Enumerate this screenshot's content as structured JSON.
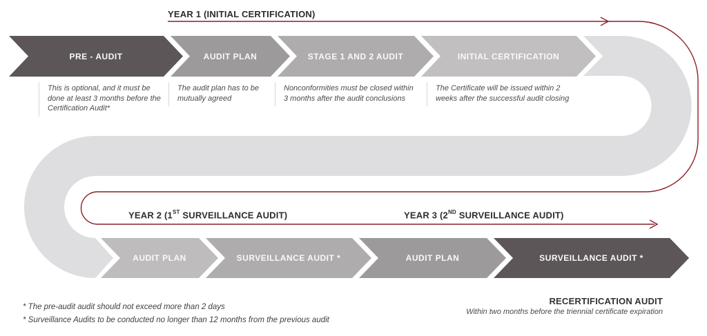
{
  "diagram": {
    "year1": {
      "label": "YEAR 1 (INITIAL CERTIFICATION)"
    },
    "year2": {
      "pre": "YEAR 2 (1",
      "sup": "ST",
      "post": " SURVEILLANCE AUDIT)"
    },
    "year3": {
      "pre": "YEAR 3 (2",
      "sup": "ND",
      "post": " SURVEILLANCE AUDIT)"
    },
    "top_row": {
      "steps": [
        {
          "label": "PRE - AUDIT",
          "color": "#5d5658",
          "description": "This is optional, and it must be\ndone at least 3 months before the\nCertification Audit*"
        },
        {
          "label": "AUDIT PLAN",
          "color": "#9c9a9b",
          "description": "The audit plan has to be\nmutually agreed"
        },
        {
          "label": "STAGE 1 AND 2 AUDIT",
          "color": "#aeacad",
          "description": "Nonconformities must be closed within\n3 months after the audit conclusions"
        },
        {
          "label": "INITIAL CERTIFICATION",
          "color": "#c1bfc0",
          "description": "The Certificate will be issued within 2\nweeks after the successful audit closing"
        }
      ]
    },
    "bottom_row": {
      "steps": [
        {
          "label": "AUDIT PLAN",
          "color": "#bebcbd"
        },
        {
          "label": "SURVEILLANCE AUDIT *",
          "color": "#aeacad"
        },
        {
          "label": "AUDIT PLAN",
          "color": "#9c9a9b"
        },
        {
          "label": "SURVEILLANCE AUDIT *",
          "color": "#5d5658"
        }
      ]
    },
    "footnotes": [
      "* The pre-audit audit should not exceed more than 2 days",
      "* Surveillance Audits to be conducted no longer than 12 months from the previous audit"
    ],
    "recertification": {
      "title": "RECERTIFICATION AUDIT",
      "subtitle": "Within two months before the triennial certificate expiration"
    }
  },
  "colors": {
    "accent_red": "#8a1f26",
    "band": "#dedde0"
  }
}
